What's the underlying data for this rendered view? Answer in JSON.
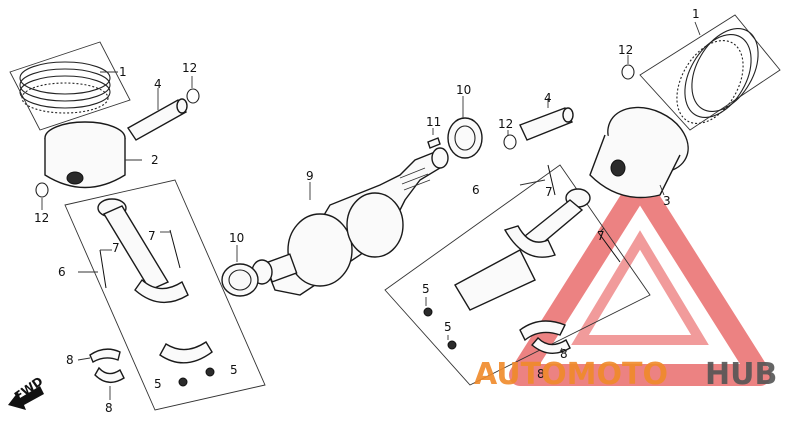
{
  "diagram": {
    "callouts": {
      "c1_left": "1",
      "c1_right": "1",
      "c2": "2",
      "c3": "3",
      "c4_left": "4",
      "c4_right": "4",
      "c5_a": "5",
      "c5_b": "5",
      "c5_c": "5",
      "c5_d": "5",
      "c6_left": "6",
      "c6_right": "6",
      "c7_a": "7",
      "c7_b": "7",
      "c7_c": "7",
      "c7_d": "7",
      "c8_a": "8",
      "c8_b": "8",
      "c8_c": "8",
      "c8_d": "8",
      "c9": "9",
      "c10_left": "10",
      "c10_right": "10",
      "c11": "11",
      "c12_a": "12",
      "c12_b": "12",
      "c12_c": "12",
      "c12_d": "12"
    },
    "fwd_label": "FWD"
  },
  "watermark": {
    "brand_part1": "AUTOMOTO",
    "brand_part2": "HUB",
    "color_orange": "#f08a2a",
    "color_red": "#e23b3b",
    "color_gray": "#555555"
  }
}
